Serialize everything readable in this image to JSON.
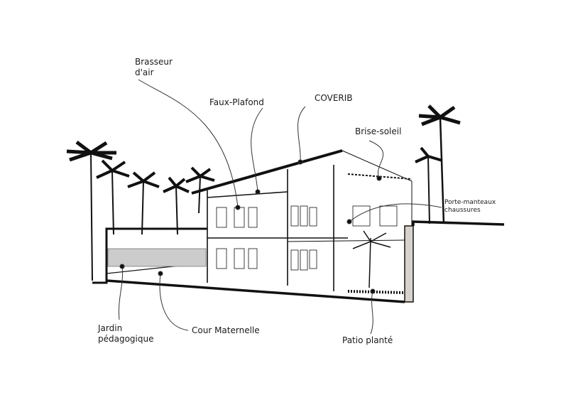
{
  "labels": {
    "brasseur_1": "Brasseur",
    "brasseur_2": "d'air",
    "faux_plafond": "Faux-Plafond",
    "coverib": "COVERIB",
    "brise_soleil": "Brise-soleil",
    "porte_1": "Porte-manteaux",
    "porte_2": "chaussures",
    "jardin_1": "Jardin",
    "jardin_2": "pédagogique",
    "cour": "Cour Maternelle",
    "patio": "Patio planté"
  },
  "colors": {
    "ink": "#111111",
    "wall_fill": "#d8d2cc",
    "line": "#333333"
  }
}
